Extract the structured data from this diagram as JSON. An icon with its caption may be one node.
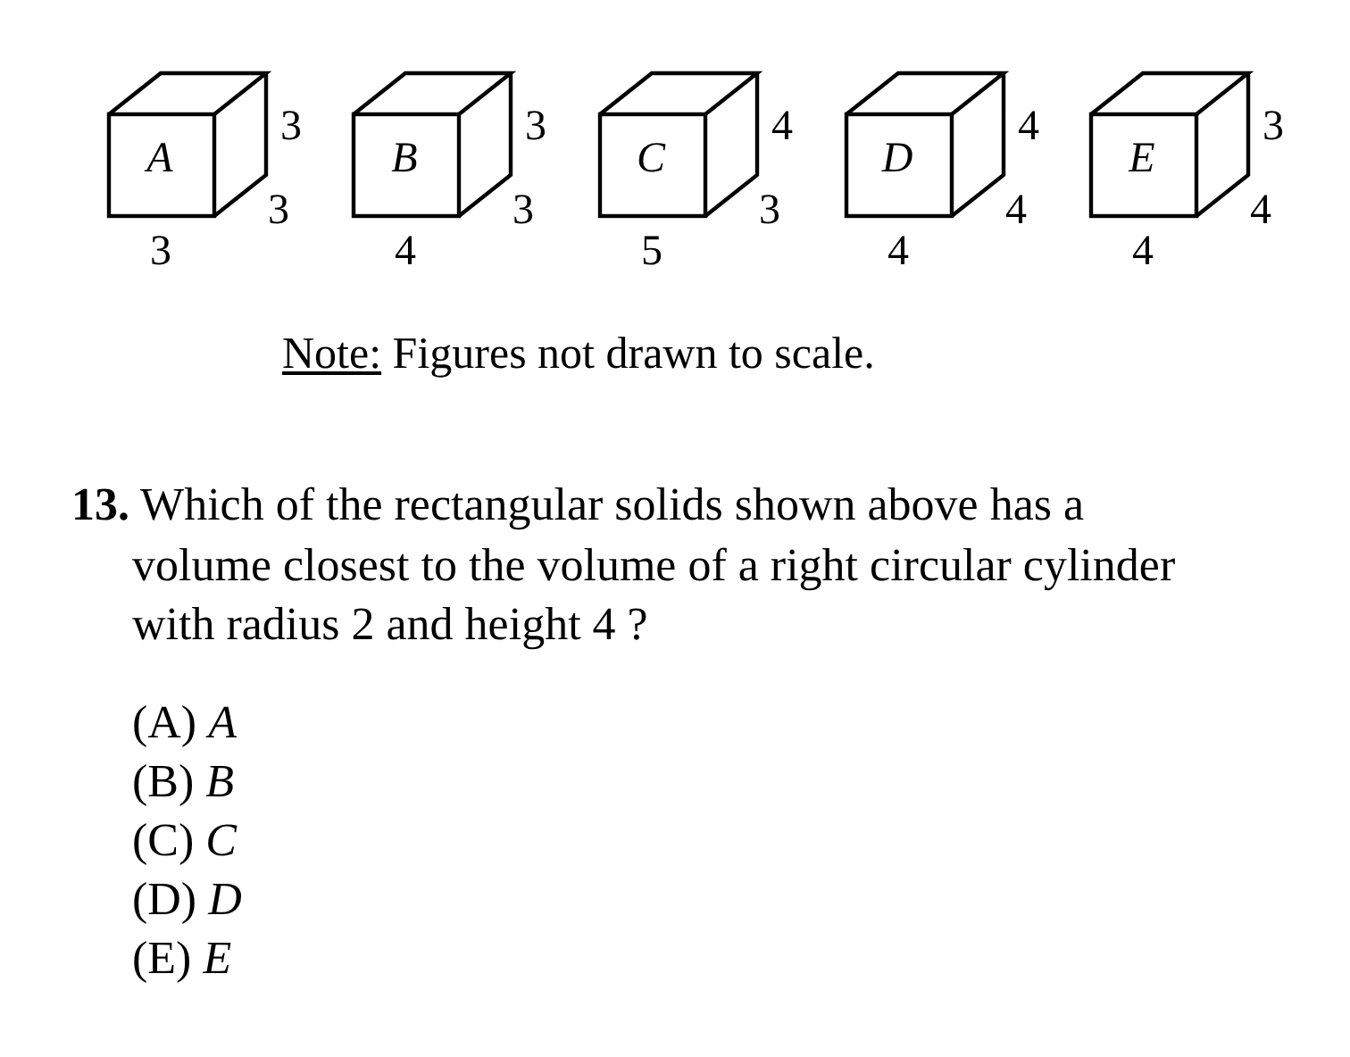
{
  "diagram": {
    "nodes": [
      {
        "text": [
          "A"
        ]
      },
      {
        "text": [
          "B"
        ]
      },
      {
        "text": [
          "C"
        ]
      },
      {
        "text": [
          "D"
        ]
      },
      {
        "text": [
          "E"
        ]
      }
    ],
    "labels": [
      "3",
      "3",
      "3",
      "3",
      "3",
      "4",
      "4",
      "3",
      "5",
      "4",
      "4",
      "4",
      "3",
      "4",
      "4",
      "Note: Figures not drawn to scale.",
      "**13.** Which of the rectangular solids shown above has a volume closest to the volume of a right circular cylinder with radius 2 and height 4 ?",
      "(A) *A*",
      "(B) *B*",
      "(C) *C*",
      "(D) *D*",
      "(E) *E*"
    ]
  }
}
